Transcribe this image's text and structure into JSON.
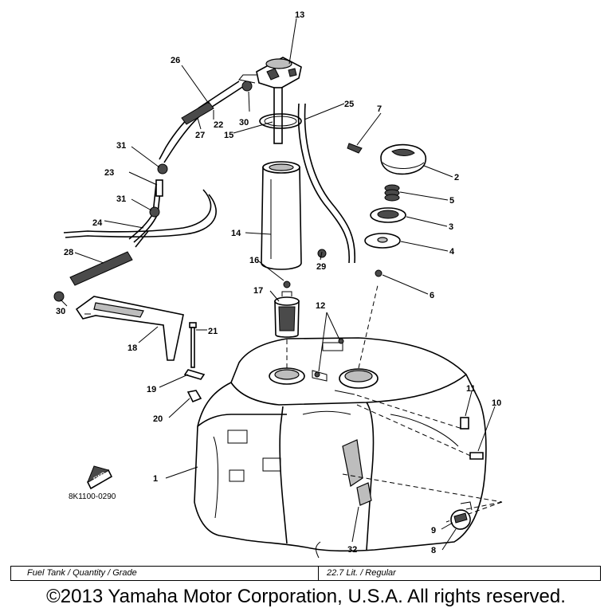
{
  "diagram": {
    "callouts": [
      "1",
      "2",
      "3",
      "4",
      "5",
      "6",
      "7",
      "8",
      "9",
      "10",
      "11",
      "12",
      "13",
      "14",
      "15",
      "16",
      "17",
      "18",
      "19",
      "20",
      "21",
      "22",
      "23",
      "24",
      "25",
      "26",
      "27",
      "28",
      "29",
      "30",
      "31",
      "32"
    ],
    "fwd_badge": "FWD",
    "part_code": "8K1100-0290"
  },
  "spec_table": {
    "name": "Fuel Tank / Quantity / Grade",
    "value": "22.7 Lit. / Regular"
  },
  "copyright": "©2013 Yamaha Motor Corporation, U.S.A. All rights reserved."
}
